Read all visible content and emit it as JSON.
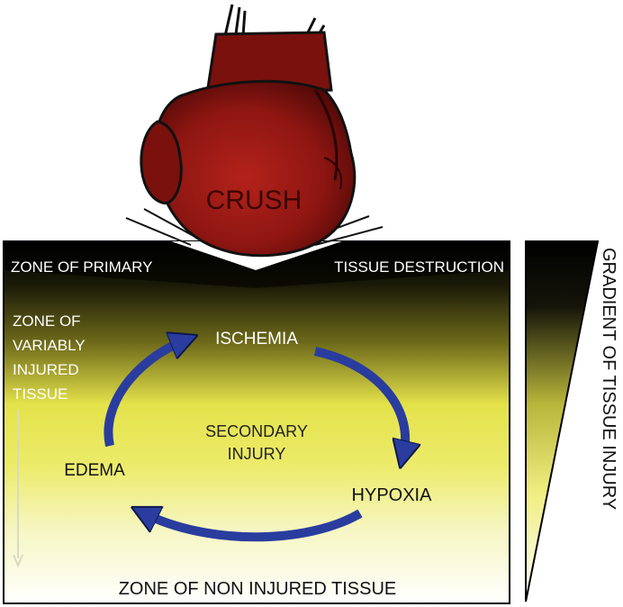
{
  "fist": {
    "label": "CRUSH"
  },
  "zones": {
    "primary_left": "ZONE OF PRIMARY",
    "primary_right": "TISSUE DESTRUCTION",
    "variable": [
      "ZONE OF",
      "VARIABLY",
      "INJURED",
      "TISSUE"
    ],
    "non_injured": "ZONE OF NON INJURED TISSUE"
  },
  "cycle": {
    "center": [
      "SECONDARY",
      "INJURY"
    ],
    "ischemia": "ISCHEMIA",
    "hypoxia": "HYPOXIA",
    "edema": "EDEMA"
  },
  "gradient": {
    "label": "GRADIENT OF TISSUE INJURY"
  },
  "colors": {
    "box_top": "#000000",
    "box_mid": "#e8e84a",
    "box_bottom": "#ffffff",
    "fist": "#8e1612",
    "arrow": "#2a3d9e"
  }
}
